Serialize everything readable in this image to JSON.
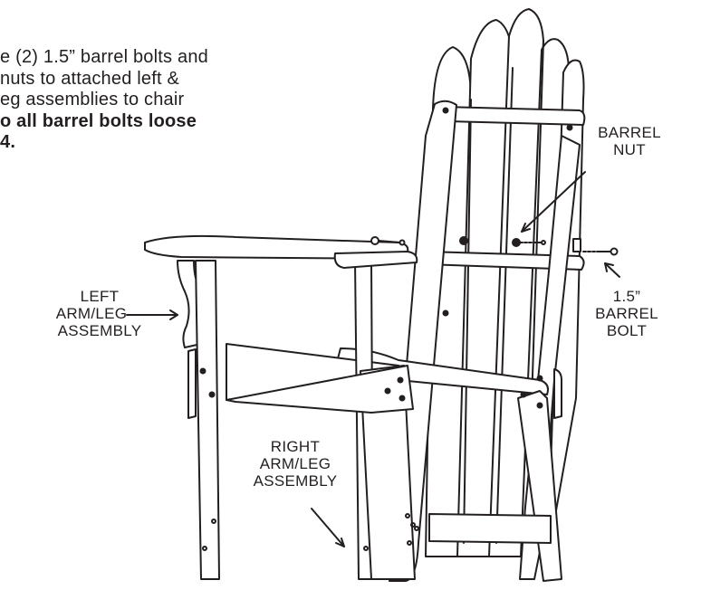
{
  "instructions": {
    "lines": [
      "e (2) 1.5” barrel bolts and",
      "nuts to attached left &",
      "eg assemblies to chair"
    ],
    "bold_lines": [
      "o all barrel bolts loose",
      "4."
    ]
  },
  "labels": {
    "barrel_nut": [
      "BARREL",
      "NUT"
    ],
    "left_arm_leg": [
      "LEFT",
      "ARM/LEG",
      "ASSEMBLY"
    ],
    "barrel_bolt": [
      "1.5”",
      "BARREL",
      "BOLT"
    ],
    "right_arm_leg": [
      "RIGHT",
      "ARM/LEG",
      "ASSEMBLY"
    ]
  }
}
